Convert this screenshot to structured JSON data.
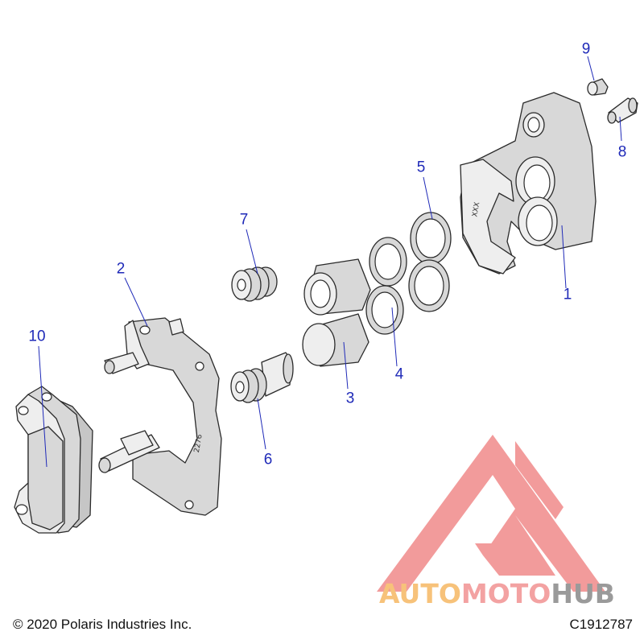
{
  "callouts": [
    {
      "id": "1",
      "label": "1"
    },
    {
      "id": "2",
      "label": "2"
    },
    {
      "id": "3",
      "label": "3"
    },
    {
      "id": "4",
      "label": "4"
    },
    {
      "id": "5",
      "label": "5"
    },
    {
      "id": "6",
      "label": "6"
    },
    {
      "id": "7",
      "label": "7"
    },
    {
      "id": "8",
      "label": "8"
    },
    {
      "id": "9",
      "label": "9"
    },
    {
      "id": "10",
      "label": "10"
    }
  ],
  "part_markings": {
    "bracket": "2276",
    "caliper": "XXX"
  },
  "footer": {
    "copyright": "© 2020 Polaris Industries Inc.",
    "figure_code": "C1912787"
  },
  "watermark": {
    "word_part1": "AUTO",
    "word_part2": "MOTO",
    "word_part3": "HUB",
    "colors": {
      "part1": "#f7c27a",
      "part2": "#f3a2a2",
      "part3": "#9a9a9a",
      "logo": "#f08a8a"
    }
  },
  "colors": {
    "callout": "#1f2ab8",
    "line": "#2a2a2a",
    "part_fill": "#d8d8d8"
  }
}
